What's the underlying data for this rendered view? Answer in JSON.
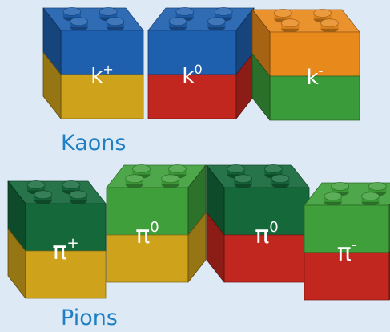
{
  "groups": [
    {
      "label": "Kaons",
      "particles": [
        {
          "base": "k",
          "sup": "+",
          "top_color": "#1e5fae",
          "bottom_color": "#cfa21c"
        },
        {
          "base": "k",
          "sup": "0",
          "top_color": "#1e5fae",
          "bottom_color": "#c2271f"
        },
        {
          "base": "k",
          "sup": "-",
          "top_color": "#e8891c",
          "bottom_color": "#3a9b3a"
        }
      ]
    },
    {
      "label": "Pions",
      "particles": [
        {
          "base": "π",
          "sup": "+",
          "top_color": "#14683a",
          "bottom_color": "#cfa21c"
        },
        {
          "base": "π",
          "sup": "0",
          "top_color": "#3f9f3a",
          "bottom_color": "#cfa21c"
        },
        {
          "base": "π",
          "sup": "0",
          "top_color": "#14683a",
          "bottom_color": "#c2271f"
        },
        {
          "base": "π",
          "sup": "-",
          "top_color": "#3f9f3a",
          "bottom_color": "#c2271f"
        }
      ]
    }
  ]
}
